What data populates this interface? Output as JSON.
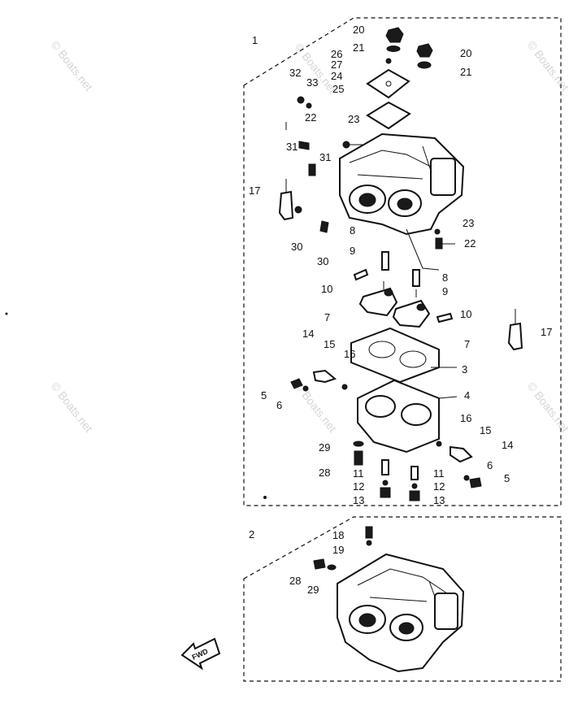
{
  "assembly_numbers": {
    "upper": "1",
    "lower": "2"
  },
  "callouts": [
    {
      "id": "c20a",
      "text": "20"
    },
    {
      "id": "c21a",
      "text": "21"
    },
    {
      "id": "c26",
      "text": "26"
    },
    {
      "id": "c27",
      "text": "27"
    },
    {
      "id": "c24",
      "text": "24"
    },
    {
      "id": "c25",
      "text": "25"
    },
    {
      "id": "c20b",
      "text": "20"
    },
    {
      "id": "c21b",
      "text": "21"
    },
    {
      "id": "c32",
      "text": "32"
    },
    {
      "id": "c33",
      "text": "33"
    },
    {
      "id": "c22a",
      "text": "22"
    },
    {
      "id": "c23a",
      "text": "23"
    },
    {
      "id": "c31a",
      "text": "31"
    },
    {
      "id": "c31b",
      "text": "31"
    },
    {
      "id": "c17a",
      "text": "17"
    },
    {
      "id": "c23b",
      "text": "23"
    },
    {
      "id": "c22b",
      "text": "22"
    },
    {
      "id": "c8a",
      "text": "8"
    },
    {
      "id": "c30a",
      "text": "30"
    },
    {
      "id": "c9a",
      "text": "9"
    },
    {
      "id": "c30b",
      "text": "30"
    },
    {
      "id": "c8b",
      "text": "8"
    },
    {
      "id": "c10a",
      "text": "10"
    },
    {
      "id": "c9b",
      "text": "9"
    },
    {
      "id": "c7a",
      "text": "7"
    },
    {
      "id": "c10b",
      "text": "10"
    },
    {
      "id": "c17b",
      "text": "17"
    },
    {
      "id": "c14a",
      "text": "14"
    },
    {
      "id": "c15a",
      "text": "15"
    },
    {
      "id": "c7b",
      "text": "7"
    },
    {
      "id": "c16a",
      "text": "16"
    },
    {
      "id": "c3",
      "text": "3"
    },
    {
      "id": "c5a",
      "text": "5"
    },
    {
      "id": "c6a",
      "text": "6"
    },
    {
      "id": "c4",
      "text": "4"
    },
    {
      "id": "c16b",
      "text": "16"
    },
    {
      "id": "c15b",
      "text": "15"
    },
    {
      "id": "c14b",
      "text": "14"
    },
    {
      "id": "c29a",
      "text": "29"
    },
    {
      "id": "c28a",
      "text": "28"
    },
    {
      "id": "c6b",
      "text": "6"
    },
    {
      "id": "c5b",
      "text": "5"
    },
    {
      "id": "c11a",
      "text": "11"
    },
    {
      "id": "c12a",
      "text": "12"
    },
    {
      "id": "c13a",
      "text": "13"
    },
    {
      "id": "c11b",
      "text": "11"
    },
    {
      "id": "c12b",
      "text": "12"
    },
    {
      "id": "c13b",
      "text": "13"
    },
    {
      "id": "c18",
      "text": "18"
    },
    {
      "id": "c19",
      "text": "19"
    },
    {
      "id": "c28b",
      "text": "28"
    },
    {
      "id": "c29b",
      "text": "29"
    }
  ],
  "watermark": {
    "text": "© Boats.net"
  },
  "direction_arrow": {
    "text": "FWD"
  },
  "colors": {
    "ink": "#111111",
    "background": "#ffffff",
    "watermark": "#d6d6d6"
  }
}
